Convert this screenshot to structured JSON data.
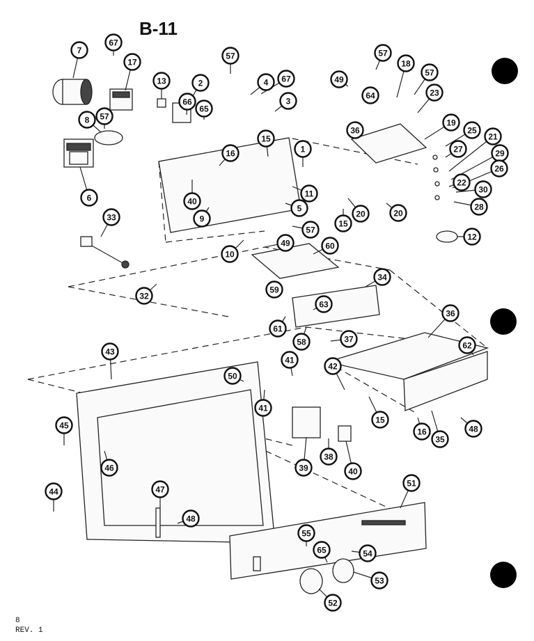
{
  "diagram": {
    "title": "B-11",
    "footer": {
      "page": "8",
      "revision": "REV. 1"
    },
    "callouts": [
      {
        "label": "7"
      },
      {
        "label": "67"
      },
      {
        "label": "17"
      },
      {
        "label": "13"
      },
      {
        "label": "2"
      },
      {
        "label": "66"
      },
      {
        "label": "65"
      },
      {
        "label": "57"
      },
      {
        "label": "4"
      },
      {
        "label": "67"
      },
      {
        "label": "3"
      },
      {
        "label": "8"
      },
      {
        "label": "57"
      },
      {
        "label": "6"
      },
      {
        "label": "16"
      },
      {
        "label": "15"
      },
      {
        "label": "1"
      },
      {
        "label": "40"
      },
      {
        "label": "9"
      },
      {
        "label": "11"
      },
      {
        "label": "5"
      },
      {
        "label": "57"
      },
      {
        "label": "10"
      },
      {
        "label": "33"
      },
      {
        "label": "49"
      },
      {
        "label": "60"
      },
      {
        "label": "32"
      },
      {
        "label": "57"
      },
      {
        "label": "49"
      },
      {
        "label": "64"
      },
      {
        "label": "18"
      },
      {
        "label": "57"
      },
      {
        "label": "23"
      },
      {
        "label": "36"
      },
      {
        "label": "19"
      },
      {
        "label": "25"
      },
      {
        "label": "27"
      },
      {
        "label": "21"
      },
      {
        "label": "29"
      },
      {
        "label": "26"
      },
      {
        "label": "22"
      },
      {
        "label": "30"
      },
      {
        "label": "28"
      },
      {
        "label": "20"
      },
      {
        "label": "20"
      },
      {
        "label": "15"
      },
      {
        "label": "12"
      },
      {
        "label": "59"
      },
      {
        "label": "34"
      },
      {
        "label": "63"
      },
      {
        "label": "61"
      },
      {
        "label": "58"
      },
      {
        "label": "37"
      },
      {
        "label": "36"
      },
      {
        "label": "62"
      },
      {
        "label": "43"
      },
      {
        "label": "41"
      },
      {
        "label": "42"
      },
      {
        "label": "50"
      },
      {
        "label": "41"
      },
      {
        "label": "15"
      },
      {
        "label": "16"
      },
      {
        "label": "35"
      },
      {
        "label": "48"
      },
      {
        "label": "45"
      },
      {
        "label": "46"
      },
      {
        "label": "39"
      },
      {
        "label": "38"
      },
      {
        "label": "40"
      },
      {
        "label": "47"
      },
      {
        "label": "48"
      },
      {
        "label": "44"
      },
      {
        "label": "51"
      },
      {
        "label": "55"
      },
      {
        "label": "65"
      },
      {
        "label": "54"
      },
      {
        "label": "53"
      },
      {
        "label": "52"
      }
    ]
  }
}
